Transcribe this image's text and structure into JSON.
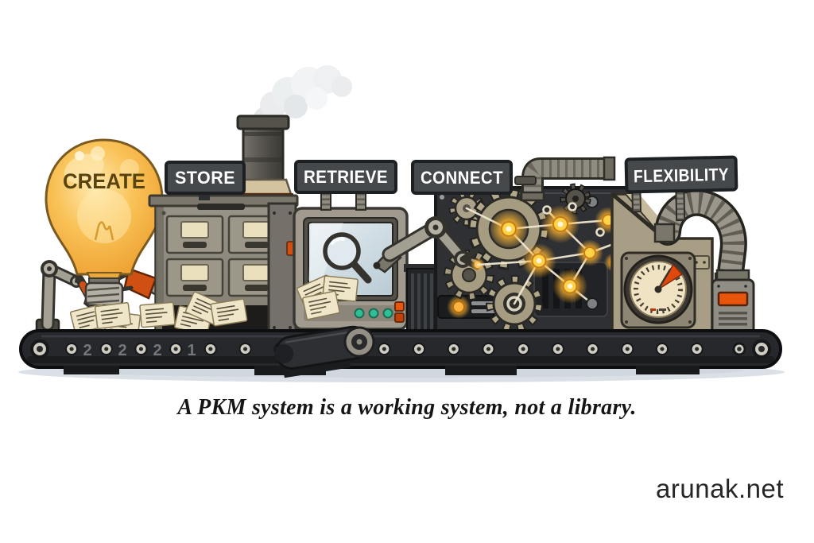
{
  "page": {
    "caption": "A PKM system is a working system, not a library.",
    "watermark": "arunak.net"
  },
  "stations": [
    {
      "id": "create",
      "label": "CREATE"
    },
    {
      "id": "store",
      "label": "STORE"
    },
    {
      "id": "retrieve",
      "label": "RETRIEVE"
    },
    {
      "id": "connect",
      "label": "CONNECT"
    },
    {
      "id": "flexibility",
      "label": "FLEXIBILITY"
    }
  ],
  "conveyor": {
    "digits": [
      "2",
      "2",
      "2",
      "1"
    ]
  },
  "icons": [
    "lightbulb-icon",
    "drawer-cabinet-icon",
    "magnifier-icon",
    "gear-icon",
    "network-nodes-icon",
    "gauge-icon",
    "smoke-icon",
    "robot-arm-icon",
    "paper-note-icon",
    "conveyor-belt-icon",
    "pipe-icon"
  ],
  "colors": {
    "background": "#ffffff",
    "sign_plate": "#45494b",
    "sign_text": "#ffffff",
    "bulb": "#f2a93b",
    "create_text": "#59430f",
    "accent_orange": "#e8560e",
    "glow": "#ffb531",
    "parchment": "#efe5c8",
    "belt": "#26282b",
    "metal": "#8f8b80",
    "panel_dark": "#2f3033",
    "screen": "#cfdbe2",
    "indicator_teal": "#2fbf96"
  }
}
